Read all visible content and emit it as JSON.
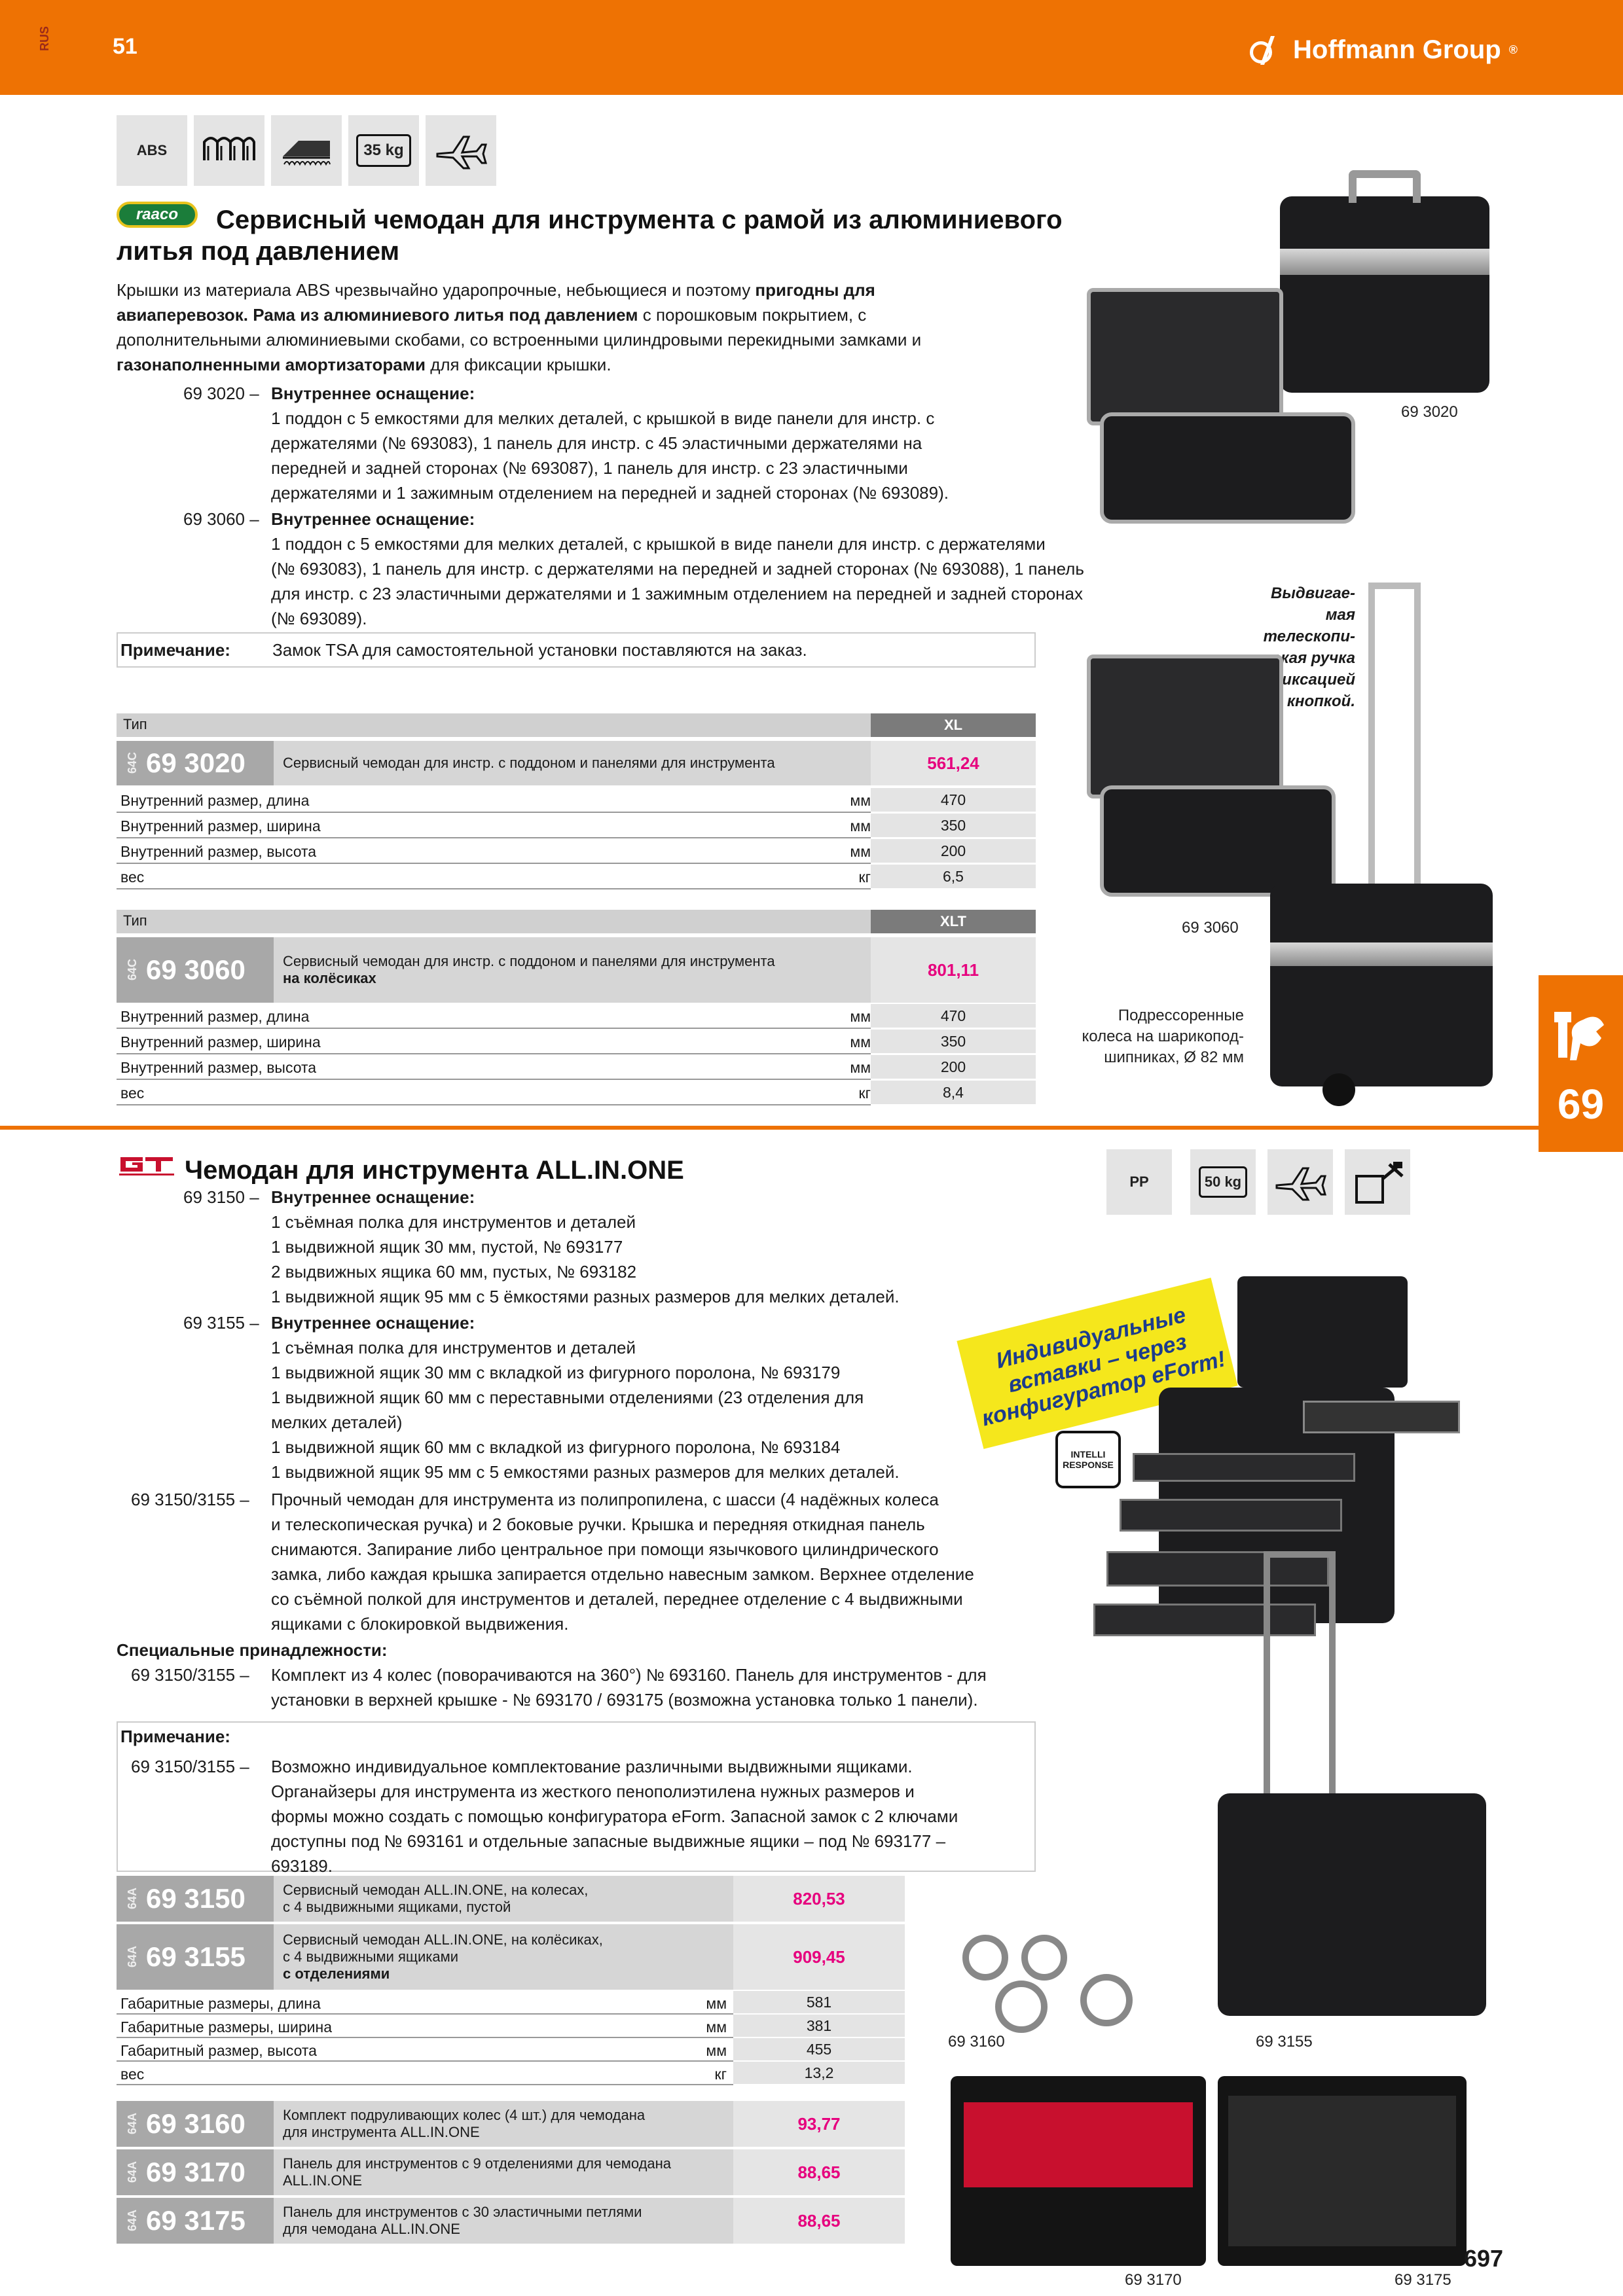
{
  "header": {
    "lang": "RUS",
    "page_top": "51",
    "brand": "Hoffmann Group",
    "brand_mark": "®"
  },
  "icons_top": [
    "ABS",
    "35 kg"
  ],
  "icons_mid": [
    "PP",
    "50 kg"
  ],
  "section1": {
    "logo": "raaco",
    "title_l1": "Сервисный чемодан для инструмента с рамой из алюминиевого",
    "title_l2": "литья под давлением",
    "intro": [
      [
        "Крышки из материала ABS чрезвычайно ударопрочные, небьющиеся и поэтому ",
        "пригодны для"
      ],
      [
        "авиаперевозок. Рама из алюминиевого литья под давлением",
        " с порошковым покрытием, с"
      ],
      [
        "дополнительными алюминиевыми скобами, со встроенными цилиндровыми перекидными замками и",
        ""
      ],
      [
        "газонаполненными амортизаторами",
        " для фиксации крышки."
      ]
    ],
    "item1_no": "69 3020 –",
    "item1_label": "Внутреннее оснащение:",
    "item1_lines": [
      "1 поддон с 5 емкостями для мелких деталей, с крышкой в виде панели для инстр. с",
      "держателями (№ 693083), 1 панель для инстр. с 45 эластичными держателями на",
      "передней и задней сторонах (№ 693087), 1 панель для инстр. с 23 эластичными",
      "держателями и 1 зажимным отделением на передней и задней сторонах (№ 693089)."
    ],
    "item2_no": "69 3060 –",
    "item2_label": "Внутреннее оснащение:",
    "item2_lines": [
      "1 поддон с 5 емкостями для мелких деталей, с крышкой в виде панели для инстр. с держателями",
      "(№ 693083), 1 панель для инстр. с держателями на передней и задней сторонах (№ 693088), 1 панель",
      "для инстр. с 23 эластичными держателями и 1 зажимным отделением на передней и задней сторонах",
      "(№ 693089)."
    ],
    "note_label": "Примечание:",
    "note_text": "Замок TSA для самостоятельной установки поставляются на заказ.",
    "table1": {
      "type_label": "Тип",
      "type_value": "XL",
      "art_small": "64C",
      "art": "69 3020",
      "desc": "Сервисный чемодан для инстр. с поддоном и панелями для инструмента",
      "price": "561,24",
      "specs": [
        {
          "name": "Внутренний размер, длина",
          "unit": "мм",
          "value": "470"
        },
        {
          "name": "Внутренний размер, ширина",
          "unit": "мм",
          "value": "350"
        },
        {
          "name": "Внутренний размер, высота",
          "unit": "мм",
          "value": "200"
        },
        {
          "name": "вес",
          "unit": "кг",
          "value": "6,5"
        }
      ]
    },
    "table2": {
      "type_label": "Тип",
      "type_value": "XLT",
      "art_small": "64C",
      "art": "69 3060",
      "desc_l1": "Сервисный чемодан для инстр. с поддоном и панелями для инструмента",
      "desc_l2": "на колёсиках",
      "price": "801,11",
      "specs": [
        {
          "name": "Внутренний размер, длина",
          "unit": "мм",
          "value": "470"
        },
        {
          "name": "Внутренний размер, ширина",
          "unit": "мм",
          "value": "350"
        },
        {
          "name": "Внутренний размер, высота",
          "unit": "мм",
          "value": "200"
        },
        {
          "name": "вес",
          "unit": "кг",
          "value": "8,4"
        }
      ]
    },
    "cap_3020": "69 3020",
    "cap_3060": "69 3060",
    "handle_note": [
      "Выдвигае-",
      "мая",
      "телескопи-",
      "ческая ручка",
      "с фиксацией",
      "кнопкой."
    ],
    "wheels_note": [
      "Подрессоренные",
      "колеса на шарикопод-",
      "шипниках, Ø 82 мм"
    ]
  },
  "tab": {
    "number": "69"
  },
  "section2": {
    "title": "Чемодан для инструмента ALL.IN.ONE",
    "a_no": "69 3150 –",
    "a_label": "Внутреннее оснащение:",
    "a_lines": [
      "1 съёмная полка для инструментов и деталей",
      "1 выдвижной ящик 30 мм, пустой, № 693177",
      "2 выдвижных ящика 60 мм, пустых, № 693182",
      "1 выдвижной ящик 95 мм с 5 ёмкостями разных размеров для мелких деталей."
    ],
    "b_no": "69 3155 –",
    "b_label": "Внутреннее оснащение:",
    "b_lines": [
      "1 съёмная полка для инструментов и деталей",
      "1 выдвижной ящик 30 мм с вкладкой из фигурного поролона, № 693179",
      "1 выдвижной ящик 60 мм с переставными отделениями (23 отделения для",
      "мелких деталей)",
      "1 выдвижной ящик 60 мм с вкладкой из фигурного поролона, № 693184",
      "1 выдвижной ящик 95 мм с 5 емкостями разных размеров для мелких деталей."
    ],
    "c_no": "69 3150/3155 –",
    "c_lines": [
      "Прочный чемодан для инструмента из полипропилена, с шасси (4 надёжных колеса",
      "и телескопическая ручка) и 2 боковые ручки. Крышка и передняя откидная панель",
      "снимаются. Запирание либо центральное при помощи язычкового цилиндрического",
      "замка, либо каждая крышка запирается отдельно навесным замком. Верхнее отделение",
      "со съёмной полкой для инструментов и деталей, переднее отделение с 4 выдвижными",
      "ящиками с блокировкой выдвижения."
    ],
    "acc_label": "Специальные принадлежности:",
    "acc_no": "69 3150/3155 –",
    "acc_lines": [
      "Комплект из 4 колес (поворачиваются на 360°) № 693160. Панель для инструментов - для",
      "установки в верхней крышке - № 693170 / 693175 (возможна установка только 1 панели)."
    ],
    "note_label": "Примечание:",
    "note_no": "69 3150/3155 –",
    "note_lines": [
      "Возможно индивидуальное комплектование различными выдвижными ящиками.",
      "Органайзеры для инструмента из жесткого пенополиэтилена нужных размеров и",
      "формы можно создать с помощью конфигуратора eForm. Запасной замок с 2 ключами",
      "доступны под № 693161 и отдельные запасные выдвижные ящики – под № 693177 –",
      "693189."
    ],
    "sticker_lines": [
      "Индивидуальные",
      "вставки – через",
      "конфигуратор eForm!"
    ],
    "intelli": "INTELLI RESPONSE",
    "products": [
      {
        "small": "64A",
        "art": "69 3150",
        "d1": "Сервисный чемодан ALL.IN.ONE, на колесах,",
        "d2": "с 4 выдвижными ящиками, пустой",
        "d3": "",
        "price": "820,53"
      },
      {
        "small": "64A",
        "art": "69 3155",
        "d1": "Сервисный чемодан ALL.IN.ONE, на колёсиках,",
        "d2": "с 4 выдвижными ящиками",
        "d3": "с отделениями",
        "price": "909,45"
      }
    ],
    "specs": [
      {
        "name": "Габаритные размеры, длина",
        "unit": "мм",
        "value": "581"
      },
      {
        "name": "Габаритные размеры, ширина",
        "unit": "мм",
        "value": "381"
      },
      {
        "name": "Габаритный размер, высота",
        "unit": "мм",
        "value": "455"
      },
      {
        "name": "вес",
        "unit": "кг",
        "value": "13,2"
      }
    ],
    "accessories": [
      {
        "small": "64A",
        "art": "69 3160",
        "d1": "Комплект подруливающих колес (4 шт.) для чемодана",
        "d2": "для инструмента ALL.IN.ONE",
        "price": "93,77"
      },
      {
        "small": "64A",
        "art": "69 3170",
        "d1": "Панель для инструментов с 9 отделениями для чемодана",
        "d2": "ALL.IN.ONE",
        "price": "88,65"
      },
      {
        "small": "64A",
        "art": "69 3175",
        "d1": "Панель для инструментов с 30 эластичными петлями",
        "d2": "для чемодана ALL.IN.ONE",
        "price": "88,65"
      }
    ],
    "cap_3160": "69 3160",
    "cap_3155": "69 3155",
    "cap_3170": "69 3170",
    "cap_3175": "69 3175"
  },
  "footer": {
    "page": "697"
  },
  "colors": {
    "orange": "#ee7203",
    "price": "#e6007e",
    "grey": "#7b7b7b"
  }
}
